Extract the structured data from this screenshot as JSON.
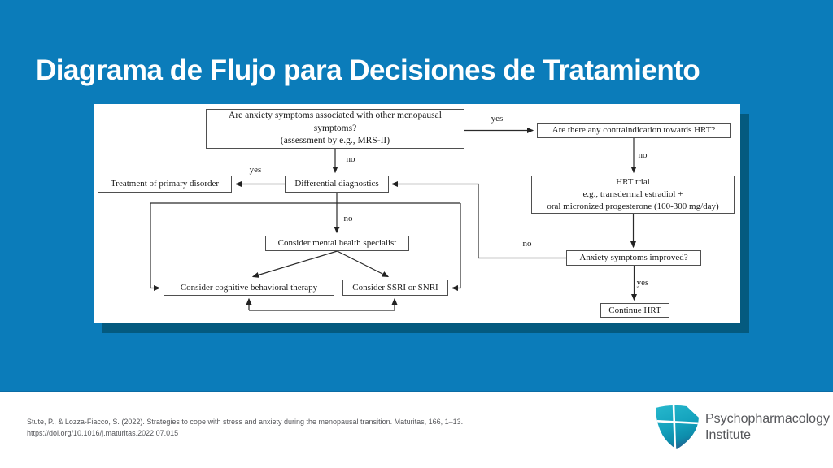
{
  "slide": {
    "title": "Diagrama de Flujo para Decisiones de Tratamiento"
  },
  "flowchart": {
    "nodes": {
      "menopausal_q_line1": "Are anxiety symptoms associated with other menopausal symptoms?",
      "menopausal_q_line2": "(assessment by e.g., MRS-II)",
      "contraindication_q": "Are there any contraindication towards HRT?",
      "hrt_trial_line1": "HRT trial",
      "hrt_trial_line2": "e.g., transdermal estradiol +",
      "hrt_trial_line3": "oral micronized progesterone (100-300 mg/day)",
      "improved_q": "Anxiety symptoms improved?",
      "continue_hrt": "Continue HRT",
      "treatment_primary": "Treatment of primary disorder",
      "differential": "Differential diagnostics",
      "specialist": "Consider mental health specialist",
      "cbt": "Consider cognitive behavioral therapy",
      "ssri": "Consider SSRI or SNRI"
    },
    "edge_labels": {
      "menopausal_yes": "yes",
      "menopausal_no": "no",
      "differential_yes": "yes",
      "differential_no": "no",
      "contraindication_no": "no",
      "improved_yes": "yes",
      "improved_no": "no"
    }
  },
  "footer": {
    "citation_line1": "Stute, P., & Lozza-Fiacco, S. (2022). Strategies to cope with stress and anxiety during the menopausal transition. Maturitas, 166, 1–13.",
    "citation_line2": "https://doi.org/10.1016/j.maturitas.2022.07.015",
    "brand_line1": "Psychopharmacology",
    "brand_line2": "Institute"
  },
  "colors": {
    "slide_blue": "#0b7cba",
    "panel_shadow": "#045a7f",
    "logo_teal": "#14a9c3",
    "text_gray": "#56575b"
  }
}
